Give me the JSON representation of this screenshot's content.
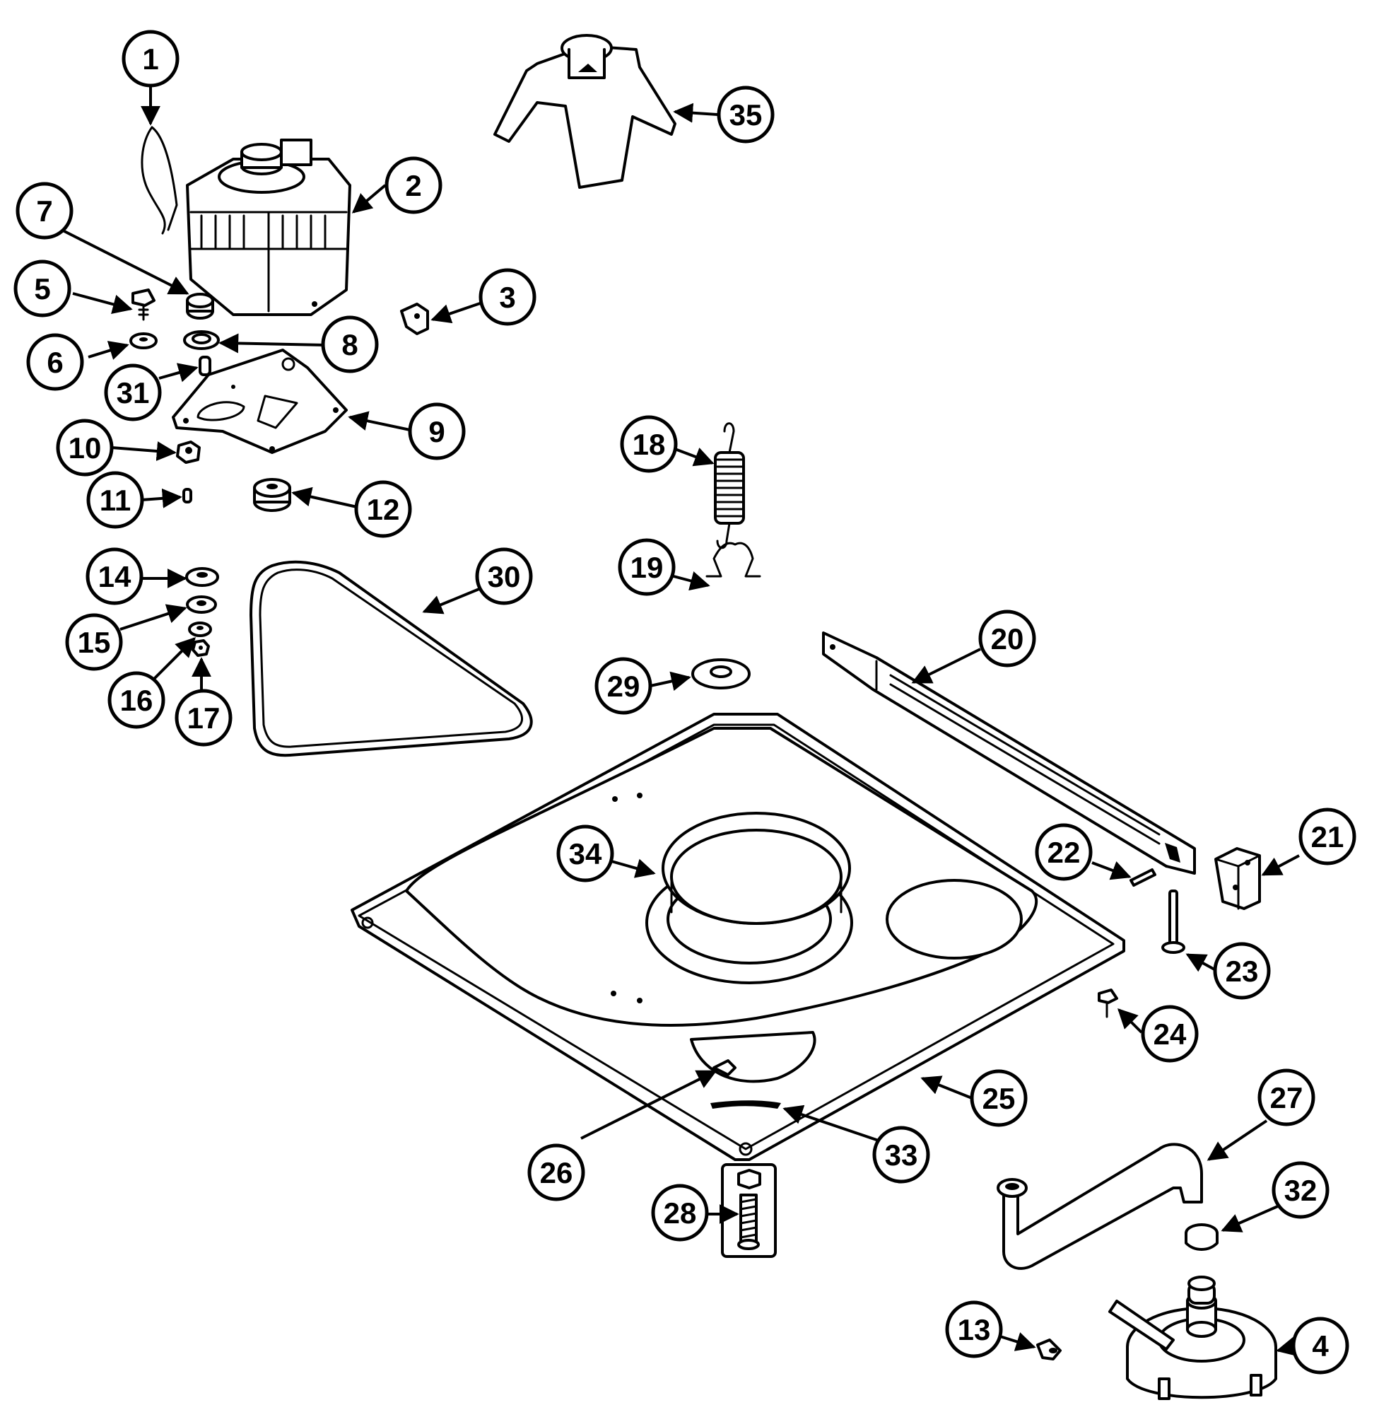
{
  "diagram": {
    "type": "exploded-parts-view",
    "callouts": [
      {
        "id": "1",
        "label": "1"
      },
      {
        "id": "2",
        "label": "2"
      },
      {
        "id": "3",
        "label": "3"
      },
      {
        "id": "4",
        "label": "4"
      },
      {
        "id": "5",
        "label": "5"
      },
      {
        "id": "6",
        "label": "6"
      },
      {
        "id": "7",
        "label": "7"
      },
      {
        "id": "8",
        "label": "8"
      },
      {
        "id": "9",
        "label": "9"
      },
      {
        "id": "10",
        "label": "10"
      },
      {
        "id": "11",
        "label": "11"
      },
      {
        "id": "12",
        "label": "12"
      },
      {
        "id": "13",
        "label": "13"
      },
      {
        "id": "14",
        "label": "14"
      },
      {
        "id": "15",
        "label": "15"
      },
      {
        "id": "16",
        "label": "16"
      },
      {
        "id": "17",
        "label": "17"
      },
      {
        "id": "18",
        "label": "18"
      },
      {
        "id": "19",
        "label": "19"
      },
      {
        "id": "20",
        "label": "20"
      },
      {
        "id": "21",
        "label": "21"
      },
      {
        "id": "22",
        "label": "22"
      },
      {
        "id": "23",
        "label": "23"
      },
      {
        "id": "24",
        "label": "24"
      },
      {
        "id": "25",
        "label": "25"
      },
      {
        "id": "26",
        "label": "26"
      },
      {
        "id": "27",
        "label": "27"
      },
      {
        "id": "28",
        "label": "28"
      },
      {
        "id": "29",
        "label": "29"
      },
      {
        "id": "30",
        "label": "30"
      },
      {
        "id": "31",
        "label": "31"
      },
      {
        "id": "32",
        "label": "32"
      },
      {
        "id": "33",
        "label": "33"
      },
      {
        "id": "34",
        "label": "34"
      },
      {
        "id": "35",
        "label": "35"
      }
    ]
  }
}
